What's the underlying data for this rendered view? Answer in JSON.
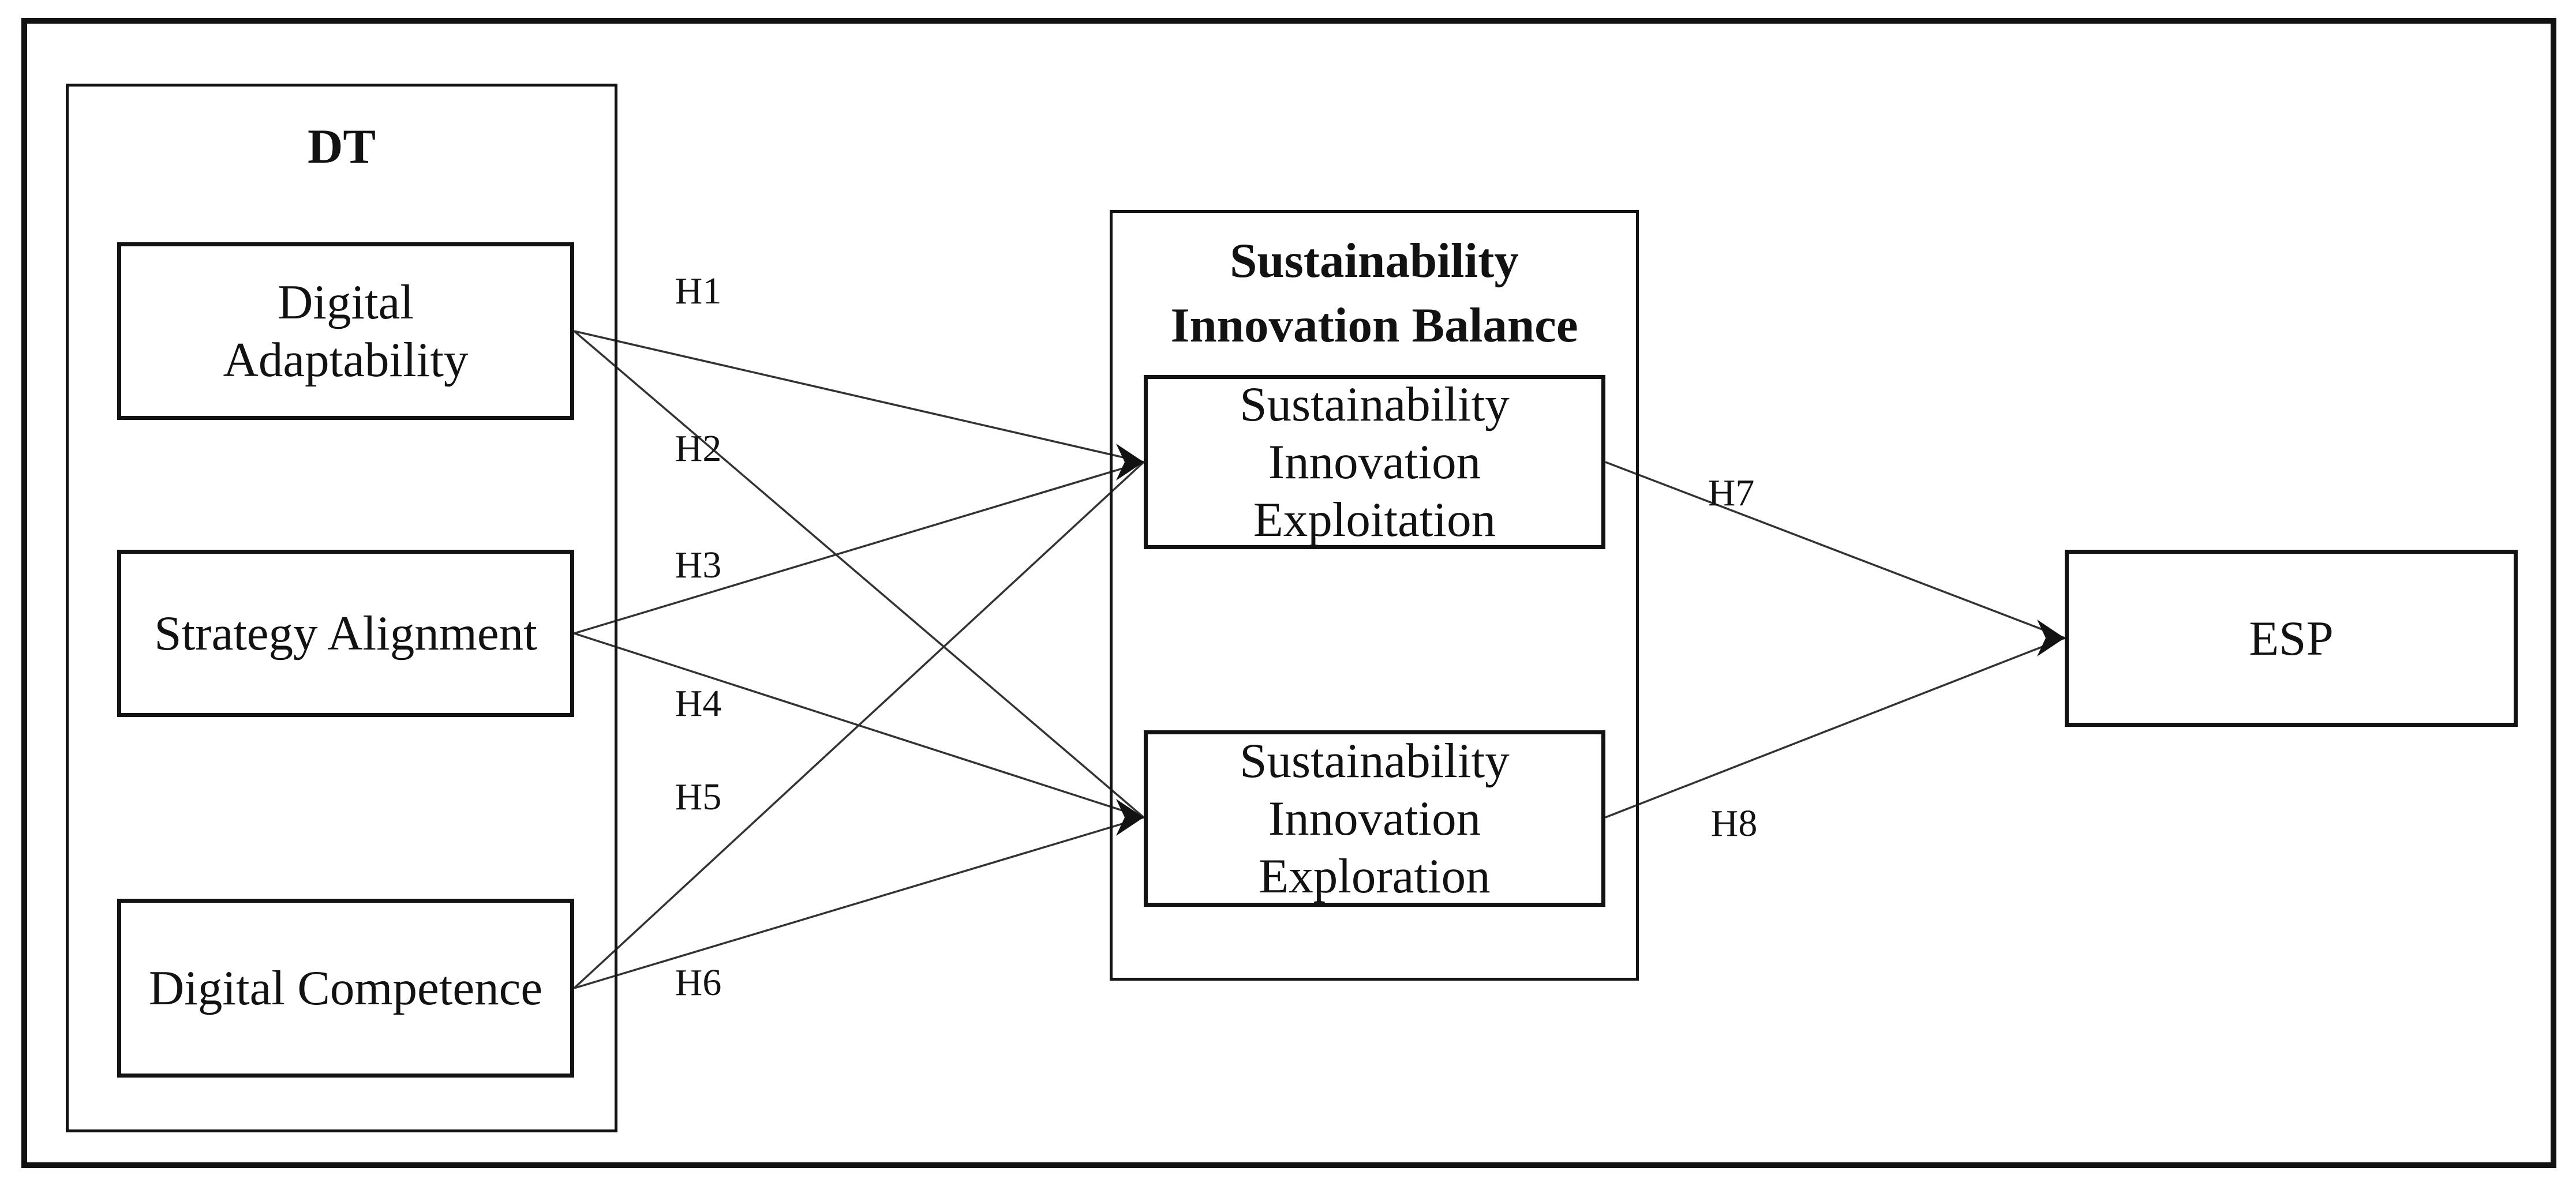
{
  "figure": {
    "background": "#ffffff",
    "colors": {
      "box_border": "#121212",
      "connector_line": "#333333",
      "arrowhead": "#121212",
      "text": "#121212"
    },
    "dt_group": {
      "title": "DT",
      "digital_adaptability": {
        "line1": "Digital",
        "line2": "Adaptability"
      },
      "strategy_alignment": {
        "label": "Strategy Alignment"
      },
      "digital_competence": {
        "label": "Digital Competence"
      }
    },
    "sib_group": {
      "title": {
        "line1": "Sustainability",
        "line2": "Innovation Balance"
      },
      "exploitation": {
        "line1": "Sustainability",
        "line2": "Innovation",
        "line3": "Exploitation"
      },
      "exploration": {
        "line1": "Sustainability",
        "line2": "Innovation",
        "line3": "Exploration"
      }
    },
    "esp": {
      "label": "ESP"
    },
    "hypotheses": {
      "h1": "H1",
      "h2": "H2",
      "h3": "H3",
      "h4": "H4",
      "h5": "H5",
      "h6": "H6",
      "h7": "H7",
      "h8": "H8"
    }
  }
}
